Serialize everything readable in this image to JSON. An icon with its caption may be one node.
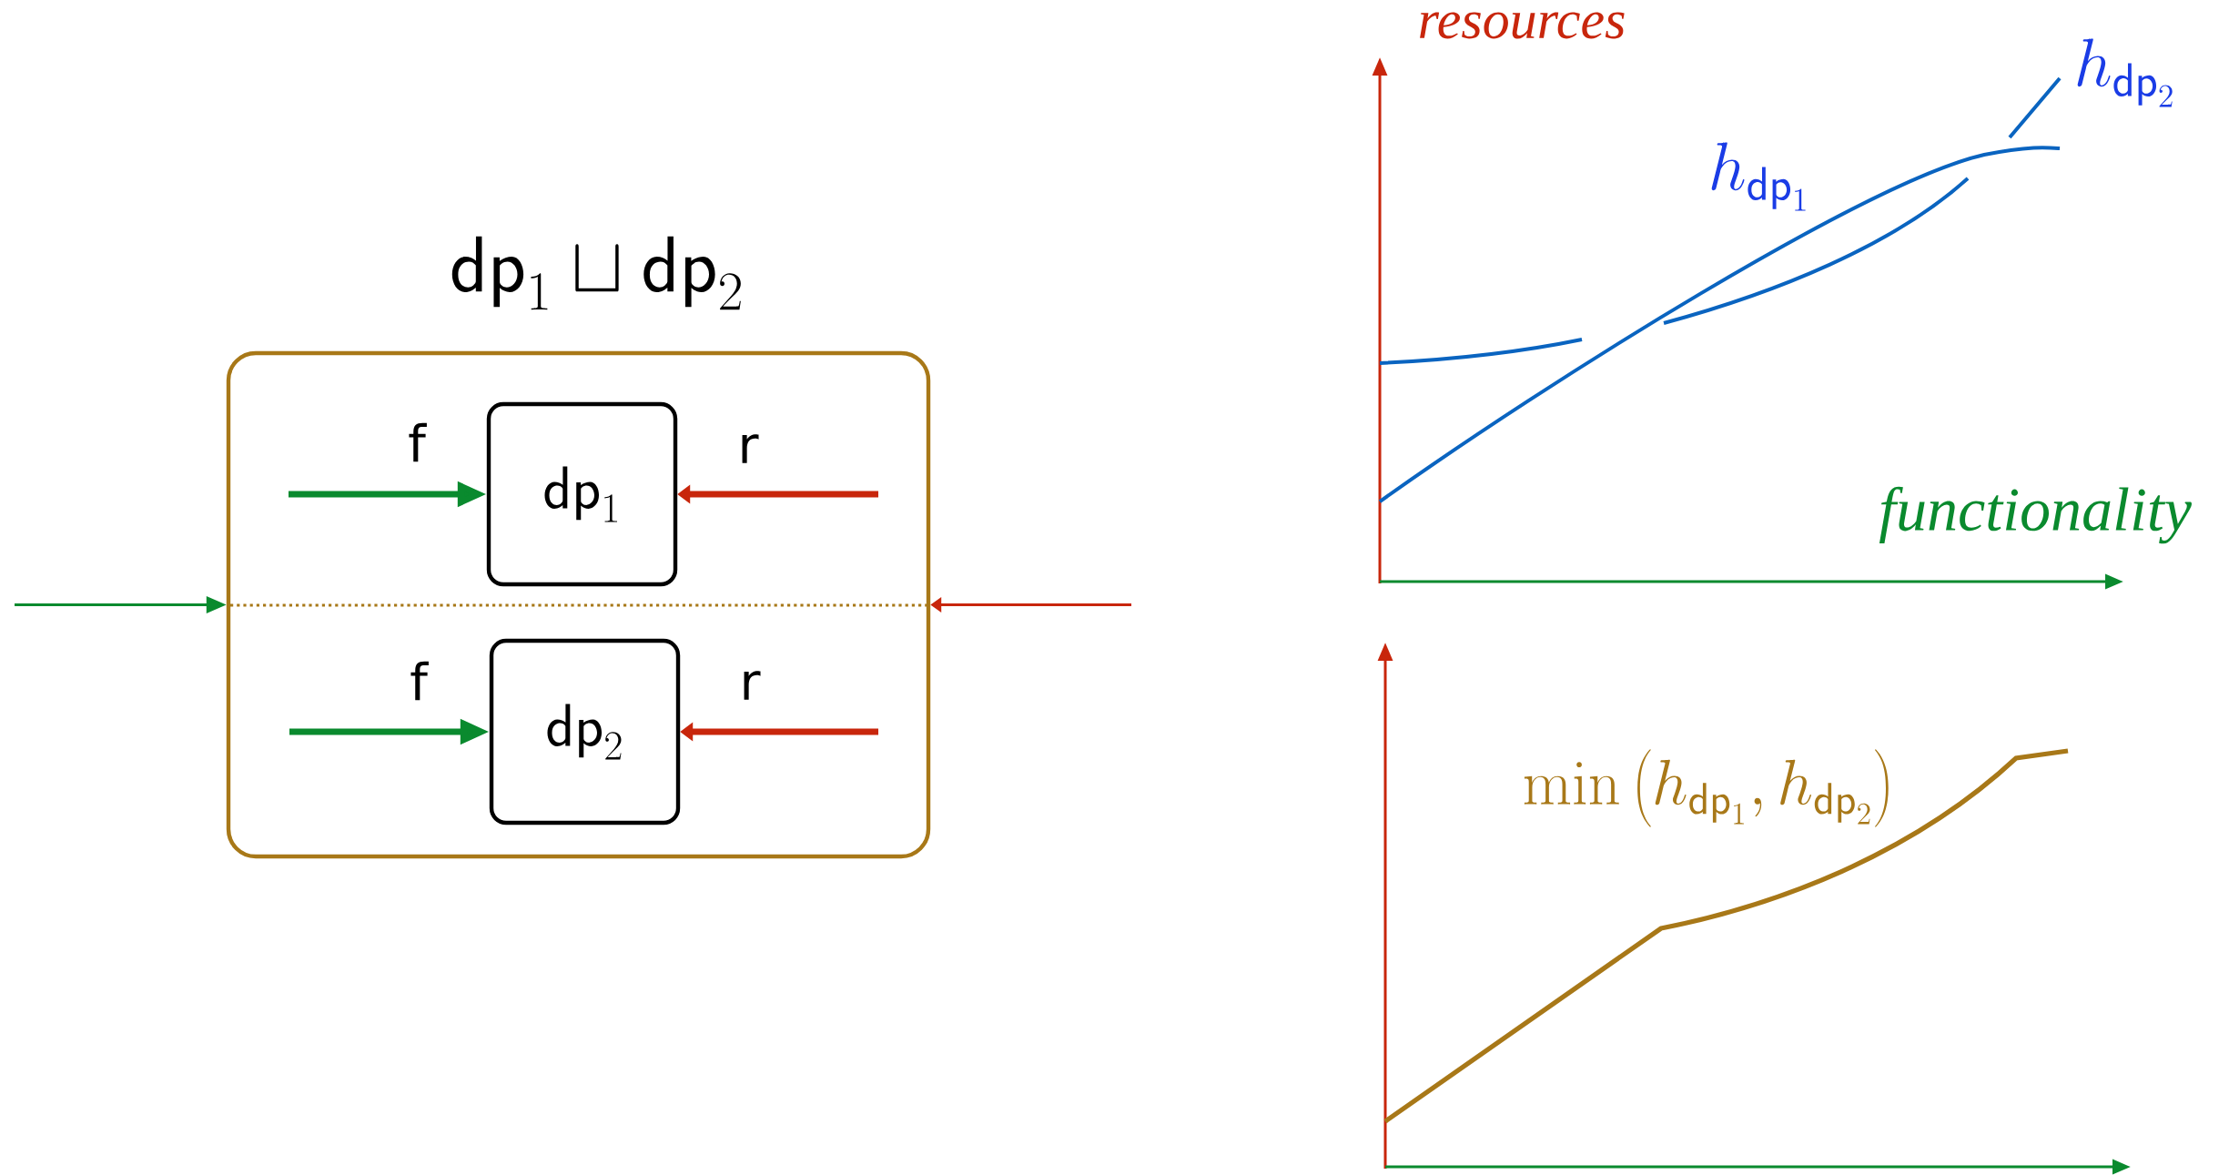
{
  "diagram": {
    "nodes": [
      {
        "text": [
          "\\mathsf{dp}_1 \\sqcup \\mathsf{dp}_2"
        ]
      },
      {
        "text": [
          "\\mathsf{dp}_1"
        ],
        "in": 0
      },
      {
        "text": [
          "\\mathsf{dp}_2"
        ],
        "in": 0
      }
    ],
    "edges": [
      {
        "from": null,
        "to": 0,
        "arrow": "to"
      },
      {
        "from": null,
        "to": 1,
        "arrow": "to",
        "label": "f"
      },
      {
        "from": null,
        "to": 2,
        "arrow": "to",
        "label": "f"
      },
      {
        "from": null,
        "to": 1,
        "arrow": "to",
        "label": "r",
        "color": "#c8260c"
      },
      {
        "from": null,
        "to": 2,
        "arrow": "to",
        "label": "r",
        "color": "#c8260c"
      },
      {
        "from": null,
        "to": 0,
        "arrow": "to",
        "color": "#c8260c"
      }
    ],
    "labels": [
      "resources",
      "h_{\\mathsf{dp}_2}",
      "h_{\\mathsf{dp}_1}",
      "functionality",
      "\\min\\left(h_{\\mathsf{dp}_1}, h_{\\mathsf{dp}_2}\\right)"
    ]
  }
}
